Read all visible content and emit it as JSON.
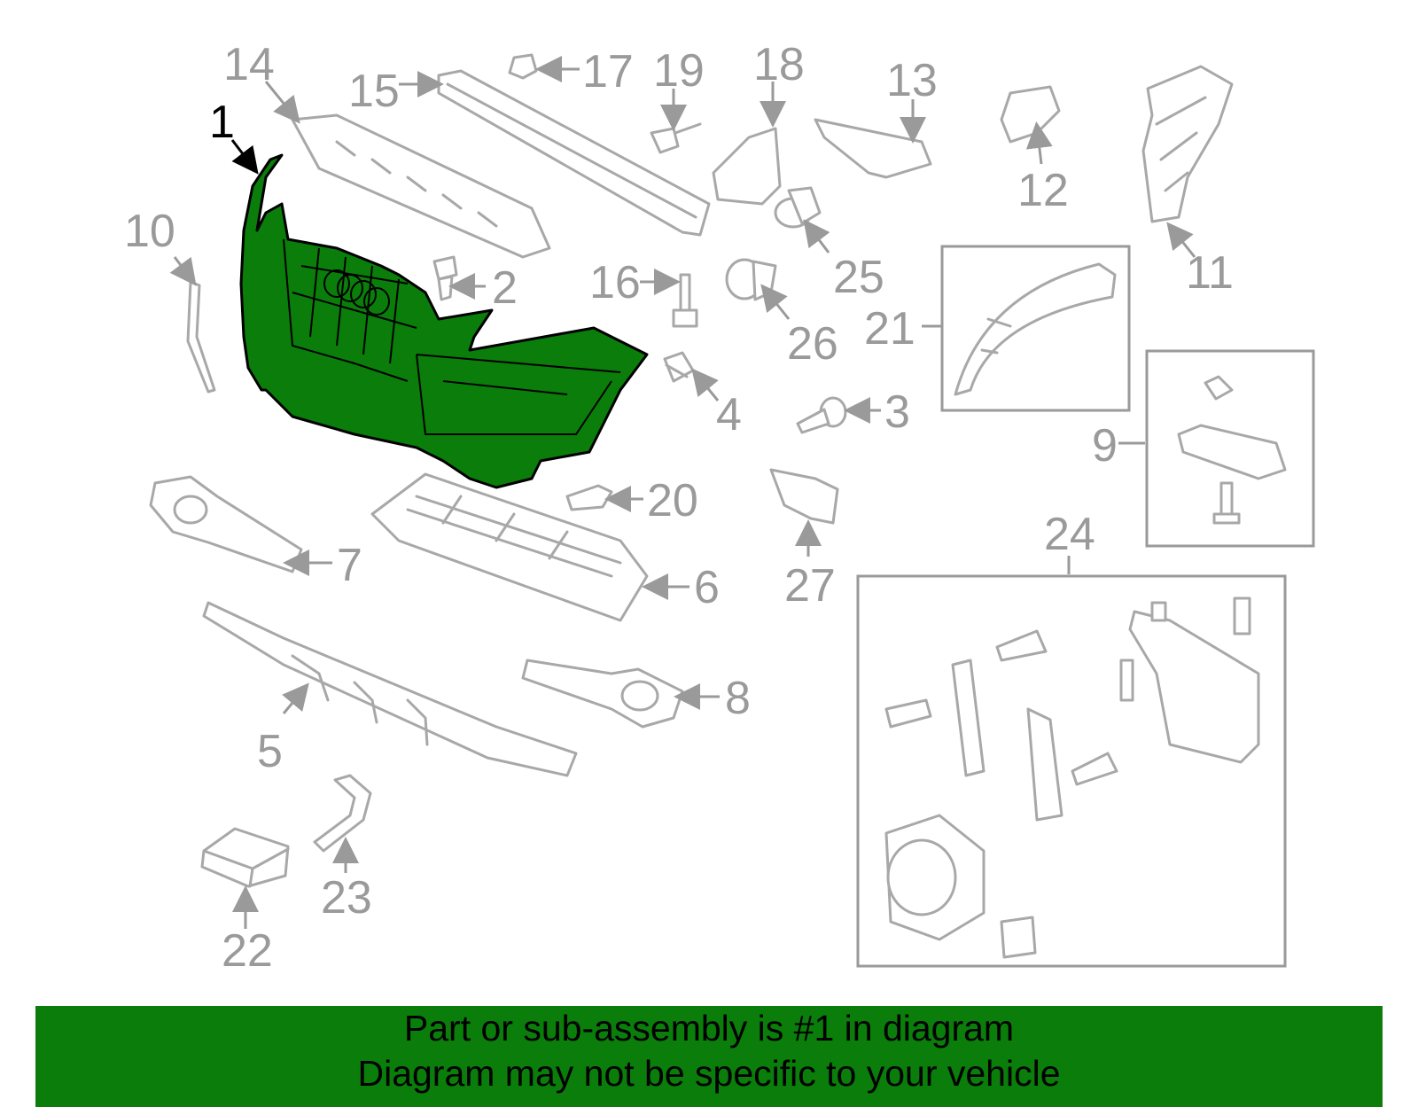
{
  "diagram": {
    "callouts": [
      "1",
      "2",
      "3",
      "4",
      "5",
      "6",
      "7",
      "8",
      "9",
      "10",
      "11",
      "12",
      "13",
      "14",
      "15",
      "16",
      "17",
      "18",
      "19",
      "20",
      "21",
      "22",
      "23",
      "24",
      "25",
      "26",
      "27"
    ],
    "highlighted_part": "1"
  },
  "banner": {
    "line1": "Part or sub-assembly is #1 in diagram",
    "line2": "Diagram may not be specific to your vehicle"
  },
  "colors": {
    "highlight": "#0a7d0a",
    "banner_bg": "#0a7d0a",
    "part_outline": "#a8a8a8",
    "label": "#9a9a9a"
  }
}
